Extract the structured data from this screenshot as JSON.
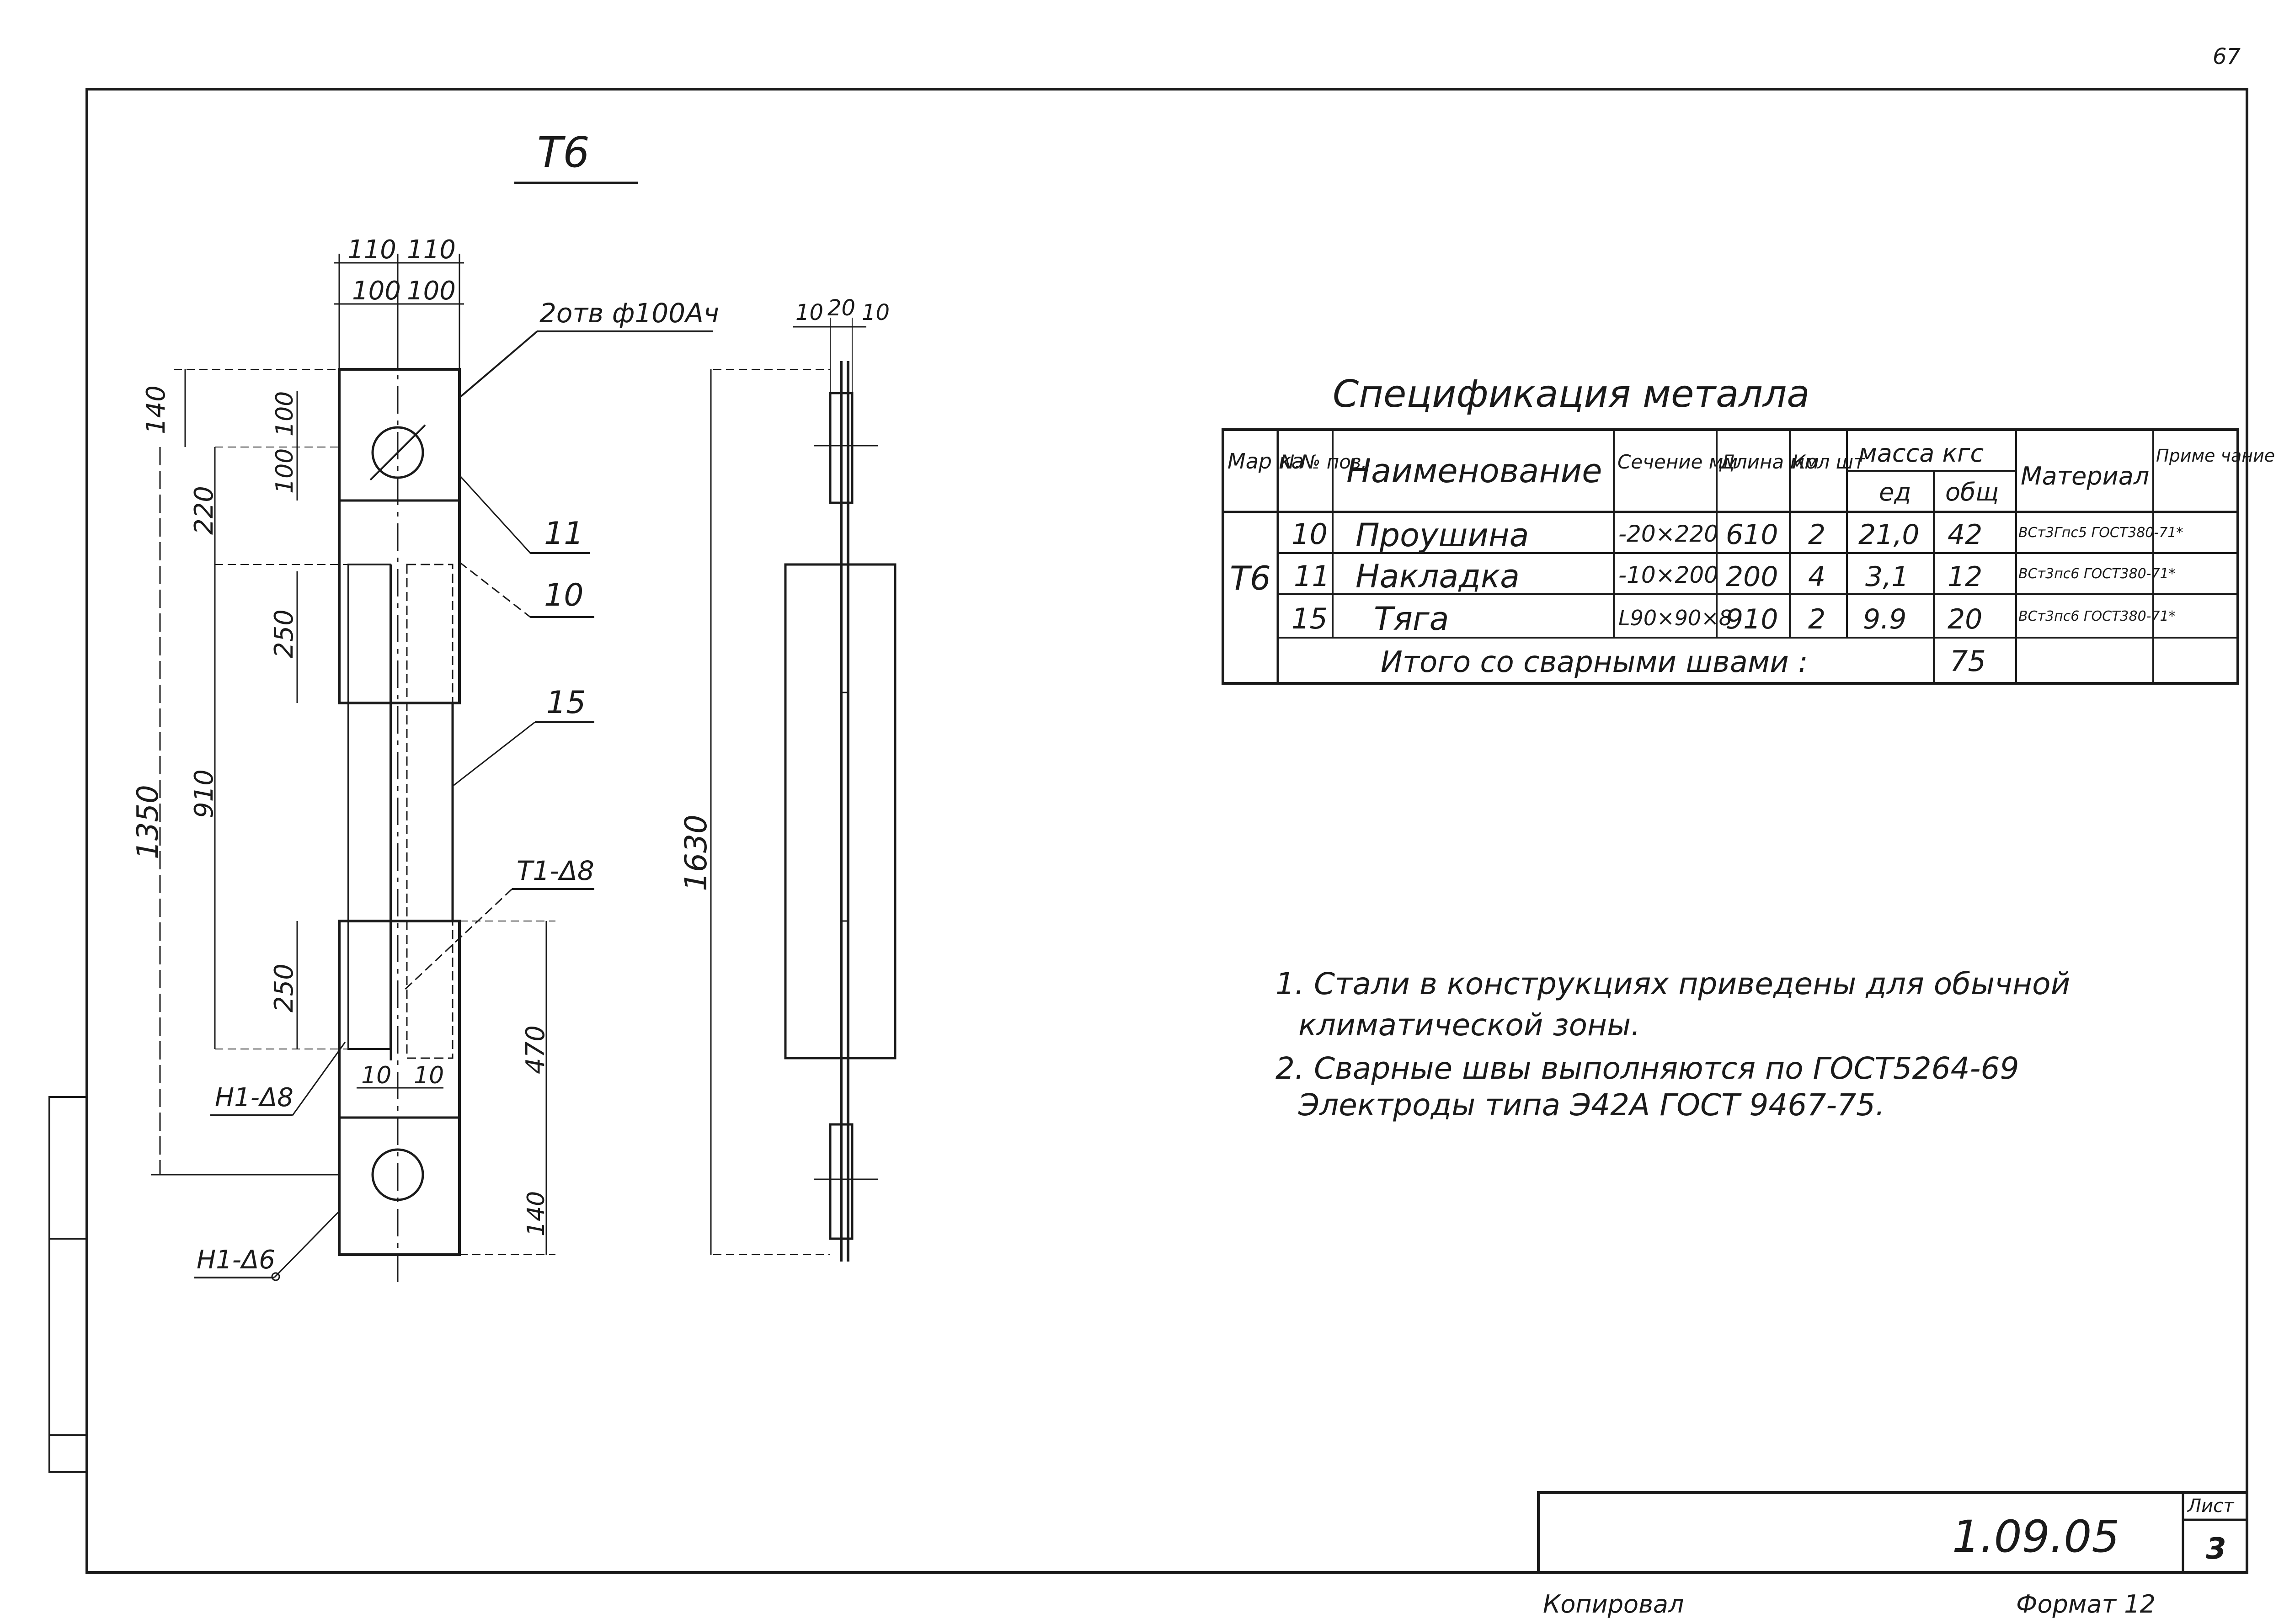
{
  "sheet": {
    "page_number": "67",
    "drawing_number": "1.09.05",
    "sheet_label": "Лист",
    "sheet_number": "3",
    "copied_by": "Копировал",
    "format": "Формат 12"
  },
  "drawing": {
    "title": "Т6",
    "dim_top_1": "110",
    "dim_top_2": "110",
    "dim_top_3": "100",
    "dim_top_4": "100",
    "hole_note": "2отв ф100Ач",
    "dim_left_140_top": "140",
    "dim_left_220": "220",
    "dim_left_100_a": "100",
    "dim_left_100_b": "100",
    "dim_left_250_top": "250",
    "dim_left_1350": "1350",
    "dim_left_910": "910",
    "dim_left_250_bottom": "250",
    "dim_bottom_10_a": "10",
    "dim_bottom_10_b": "10",
    "dim_right_470": "470",
    "dim_right_140": "140",
    "callout_11": "11",
    "callout_10": "10",
    "callout_15": "15",
    "weld_t1": "Т1-Δ8",
    "weld_h1_8": "Н1-Δ8",
    "weld_h1_6": "Н1-Δ6",
    "side_dim_10_a": "10",
    "side_dim_20": "20",
    "side_dim_10_b": "10",
    "side_dim_1630": "1630"
  },
  "spec": {
    "title": "Спецификация металла",
    "headers": {
      "mark": "Мар ка",
      "pos": "N.№ поз.",
      "name": "Наименование",
      "section": "Сечение мм",
      "length": "Длина мм",
      "qty": "Кол шт",
      "mass": "масса кгс",
      "mass_unit": "ед",
      "mass_total": "общ",
      "material": "Материал",
      "note": "Приме чание"
    },
    "mark_value": "Т6",
    "rows": [
      {
        "pos": "10",
        "name": "Проушина",
        "section": "-20×220",
        "length": "610",
        "qty": "2",
        "unit": "21,0",
        "total": "42",
        "material": "ВСт3Гпс5 ГОСТ380-71*"
      },
      {
        "pos": "11",
        "name": "Накладка",
        "section": "-10×200",
        "length": "200",
        "qty": "4",
        "unit": "3,1",
        "total": "12",
        "material": "ВСт3пс6 ГОСТ380-71*"
      },
      {
        "pos": "15",
        "name": "Тяга",
        "section": "L90×90×8",
        "length": "910",
        "qty": "2",
        "unit": "9.9",
        "total": "20",
        "material": "ВСт3пс6 ГОСТ380-71*"
      }
    ],
    "total_label": "Итого со сварными швами :",
    "total_value": "75"
  },
  "notes": [
    "1. Стали в конструкциях приведены для обычной",
    "климатической зоны.",
    "2. Сварные швы выполняются по ГОСТ5264-69",
    "Электроды типа Э42А ГОСТ 9467-75."
  ]
}
